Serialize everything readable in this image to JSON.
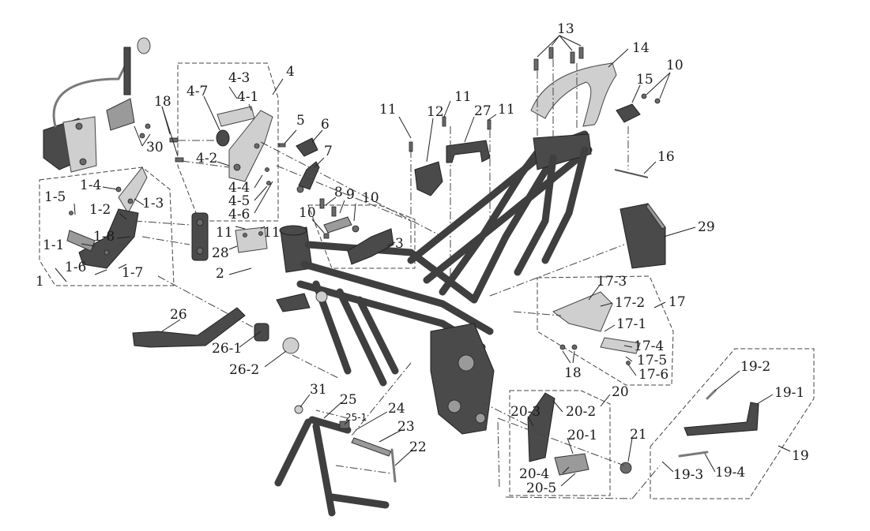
{
  "labels": {
    "l1": "1",
    "l1_1": "1-1",
    "l1_2": "1-2",
    "l1_3": "1-3",
    "l1_4": "1-4",
    "l1_5": "1-5",
    "l1_6": "1-6",
    "l1_7": "1-7",
    "l1_8": "1-8",
    "l2": "2",
    "l3": "3",
    "l4": "4",
    "l4_1": "4-1",
    "l4_2": "4-2",
    "l4_3": "4-3",
    "l4_4": "4-4",
    "l4_5": "4-5",
    "l4_6": "4-6",
    "l4_7": "4-7",
    "l5": "5",
    "l6": "6",
    "l7": "7",
    "l8": "8",
    "l9": "9",
    "l10a": "10",
    "l10b": "10",
    "l10c": "10",
    "l11a": "11",
    "l11b": "11",
    "l11c": "11",
    "l11d": "11",
    "l11e": "11",
    "l12": "12",
    "l13": "13",
    "l14": "14",
    "l15": "15",
    "l16": "16",
    "l17": "17",
    "l17_1": "17-1",
    "l17_2": "17-2",
    "l17_3": "17-3",
    "l17_4": "17-4",
    "l17_5": "17-5",
    "l17_6": "17-6",
    "l18a": "18",
    "l18b": "18",
    "l19": "19",
    "l19_1": "19-1",
    "l19_2": "19-2",
    "l19_3": "19-3",
    "l19_4": "19-4",
    "l20": "20",
    "l20_1": "20-1",
    "l20_2": "20-2",
    "l20_3": "20-3",
    "l20_4": "20-4",
    "l20_5": "20-5",
    "l21": "21",
    "l22": "22",
    "l23": "23",
    "l24": "24",
    "l25": "25",
    "l25_1": "25-1",
    "l26": "26",
    "l26_1": "26-1",
    "l26_2": "26-2",
    "l27": "27",
    "l28": "28",
    "l29": "29",
    "l30": "30",
    "l31": "31"
  },
  "colors": {
    "frame": "#3f3f3f",
    "part_dark": "#4a4a4a",
    "part_light": "#9a9a9a",
    "line": "#222222",
    "background": "#ffffff"
  }
}
